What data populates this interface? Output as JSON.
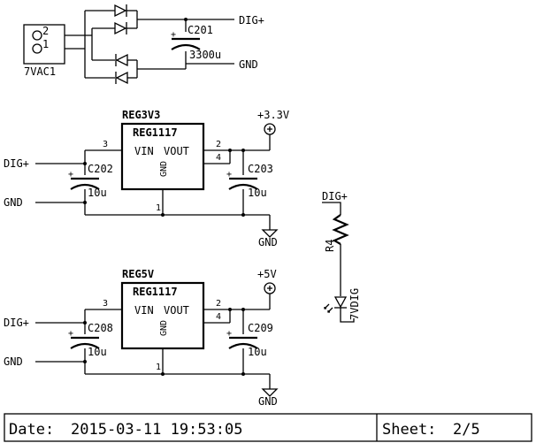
{
  "nets": {
    "dig_plus": "DIG+",
    "gnd": "GND",
    "v33": "+3.3V",
    "v5": "+5V"
  },
  "input": {
    "connector_ref": "7VAC1",
    "pin2": "2",
    "pin1": "1",
    "cap_ref": "C201",
    "cap_value": "3300u"
  },
  "reg3v3": {
    "block_ref": "REG3V3",
    "chip": "REG1117",
    "vin": "VIN",
    "vout": "VOUT",
    "gnd": "GND",
    "pin_in": "3",
    "pin_out1": "2",
    "pin_out2": "4",
    "pin_gnd": "1",
    "cap_in_ref": "C202",
    "cap_in_value": "10u",
    "cap_out_ref": "C203",
    "cap_out_value": "10u"
  },
  "reg5v": {
    "block_ref": "REG5V",
    "chip": "REG1117",
    "vin": "VIN",
    "vout": "VOUT",
    "gnd": "GND",
    "pin_in": "3",
    "pin_out1": "2",
    "pin_out2": "4",
    "pin_gnd": "1",
    "cap_in_ref": "C208",
    "cap_in_value": "10u",
    "cap_out_ref": "C209",
    "cap_out_value": "10u"
  },
  "led": {
    "resistor_ref": "R4",
    "led_ref": "7VDIG"
  },
  "footer": {
    "date_label": "Date:",
    "date_value": "2015-03-11 19:53:05",
    "sheet_label": "Sheet:",
    "sheet_value": "2/5"
  },
  "plus_sign": "+"
}
